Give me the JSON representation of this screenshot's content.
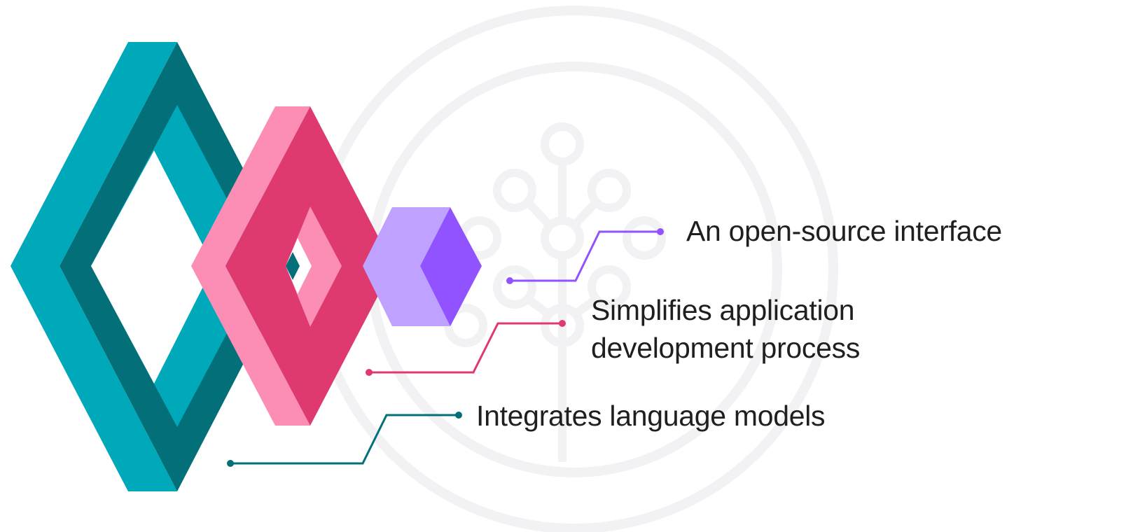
{
  "items": [
    {
      "text": "An open-source interface",
      "color": "#9152FF"
    },
    {
      "text_line1": "Simplifies application",
      "text_line2": "development process",
      "color": "#DE3A6F"
    },
    {
      "text": "Integrates language models",
      "color": "#037079"
    }
  ],
  "colors": {
    "teal_light": "#00A9BA",
    "teal_dark": "#037079",
    "pink_light": "#FC8DB4",
    "pink_dark": "#DE3A6F",
    "purple_light": "#BFA2FF",
    "purple_dark": "#9152FF",
    "watermark": "#F2F2F4"
  }
}
